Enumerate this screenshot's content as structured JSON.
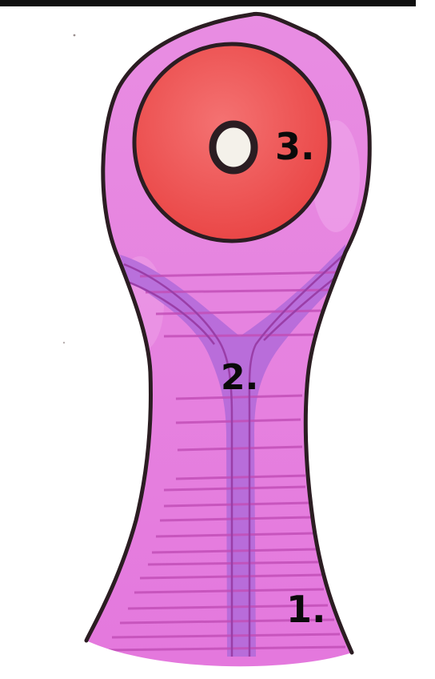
{
  "labels": {
    "one": "1.",
    "two": "2.",
    "three": "3."
  },
  "colors": {
    "page_background": "#ffffff",
    "top_bar": "#111111",
    "outline": "#2b1d22",
    "body_fill": "#e67ee0",
    "body_light": "#f1a9ec",
    "y_band": "#b06ad9",
    "stripe": "#c24fb8",
    "disc_fill": "#ee4b4b",
    "disc_light": "#f47272",
    "hole_fill": "#f4f1ea"
  }
}
